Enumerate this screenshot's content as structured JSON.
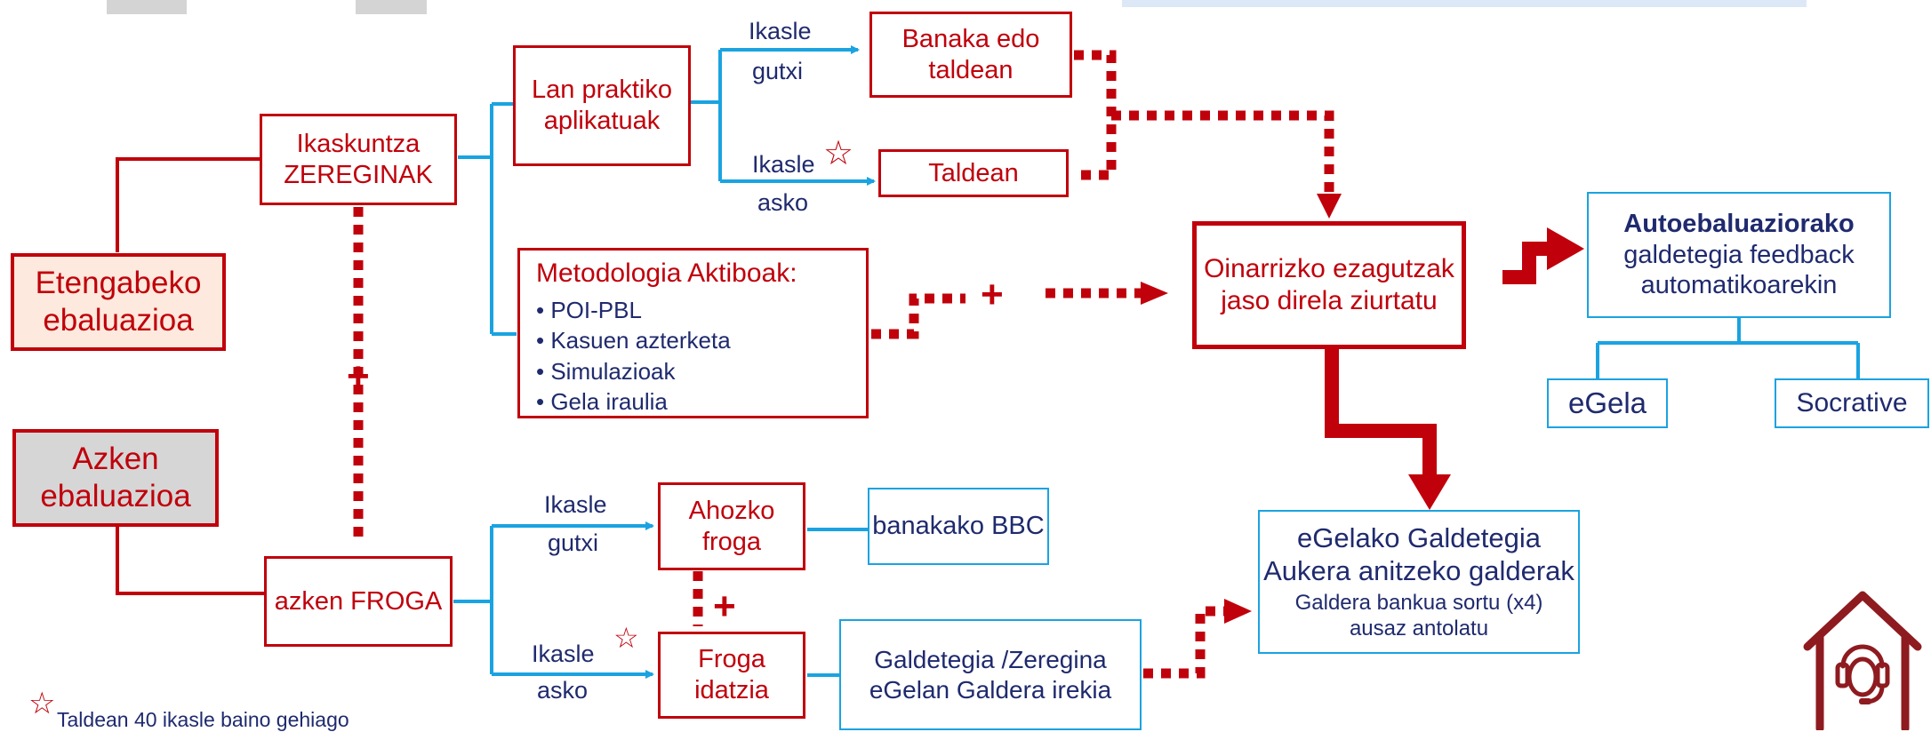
{
  "nodes": {
    "etengabeko": "Etengabeko ebaluazioa",
    "azken_ebal": "Azken ebaluazioa",
    "ikaskuntza": "Ikaskuntza ZEREGINAK",
    "lan": "Lan praktiko aplikatuak",
    "banaka": "Banaka edo taldean",
    "taldean": "Taldean",
    "metodologia_title": "Metodologia Aktiboak:",
    "metodologia_items": [
      "POI-PBL",
      "Kasuen azterketa",
      "Simulazioak",
      "Gela iraulia"
    ],
    "oinarrizko": "Oinarrizko ezagutzak jaso direla ziurtatu",
    "autoeb_bold": "Autoebaluaziorako",
    "autoeb_rest": "galdetegia feedback automatikoarekin",
    "egela": "eGela",
    "socrative": "Socrative",
    "azken_froga": "azken FROGA",
    "ahozko": "Ahozko froga",
    "banakako": "banakako BBC",
    "froga_idatzia": "Froga idatzia",
    "galdetegia_zeregina": "Galdetegia /Zeregina eGelan Galdera irekia",
    "egelako_l1": "eGelako Galdetegia",
    "egelako_l2": "Aukera anitzeko galderak",
    "egelako_l3": "Galdera bankua sortu (x4)",
    "egelako_l4": "ausaz antolatu"
  },
  "labels": {
    "ikasle_gutxi_top_1": "Ikasle",
    "ikasle_gutxi_top_2": "gutxi",
    "ikasle_asko_top_1": "Ikasle",
    "ikasle_asko_top_2": "asko",
    "ikasle_gutxi_bot_1": "Ikasle",
    "ikasle_gutxi_bot_2": "gutxi",
    "ikasle_asko_bot_1": "Ikasle",
    "ikasle_asko_bot_2": "asko",
    "plus": "+",
    "star": "☆",
    "footnote": "Taldean 40 ikasle baino gehiago"
  },
  "icons": [
    "headset-house-icon",
    "star-icon"
  ],
  "colors": {
    "red": "#c0000b",
    "blue": "#1aa3e0",
    "navy": "#1f2a6e",
    "peach": "#fde9dd",
    "gray": "#d6d6d6"
  }
}
